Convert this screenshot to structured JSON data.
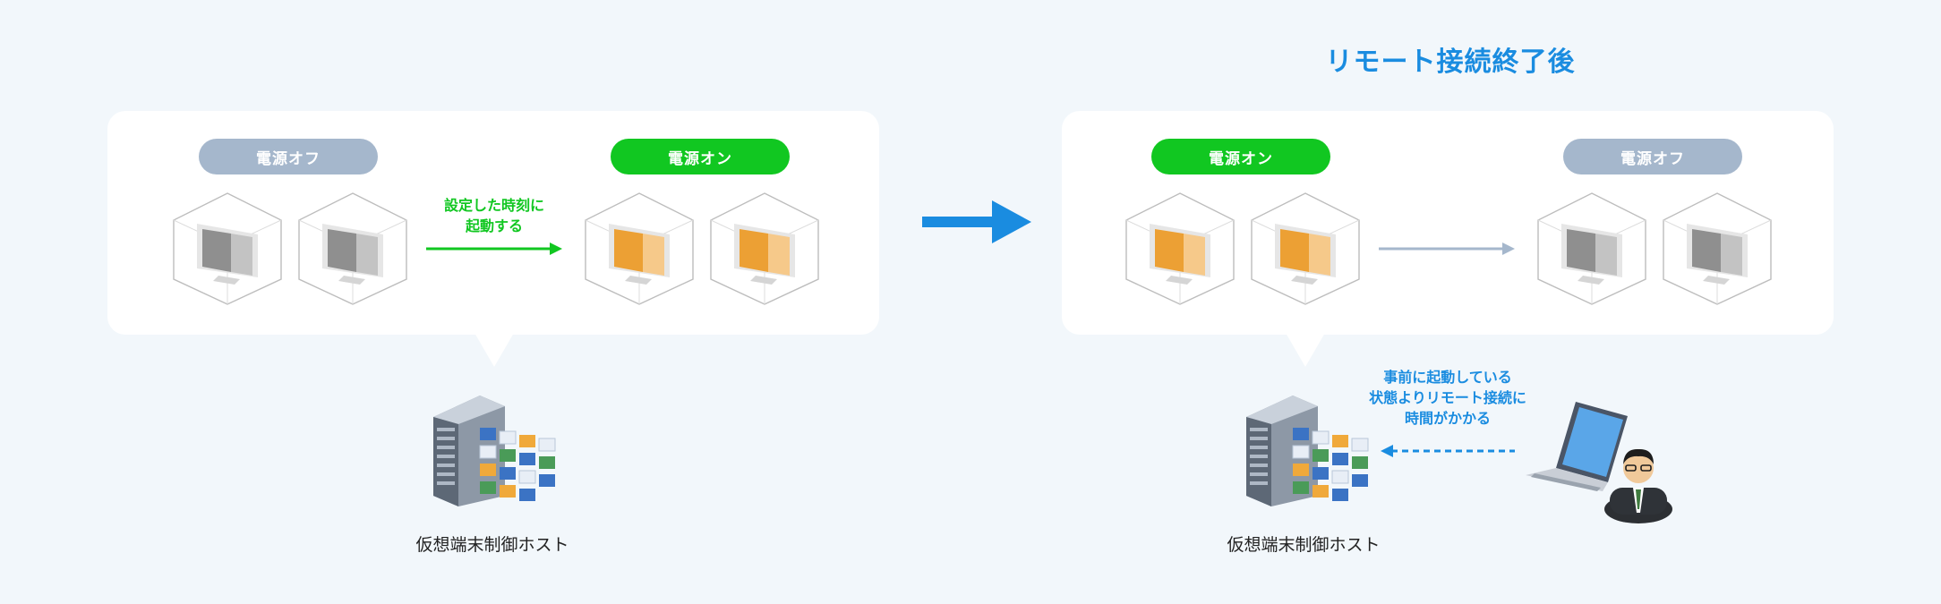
{
  "title": "リモート接続終了後",
  "left_panel": {
    "status_before": "電源オフ",
    "status_after": "電源オン",
    "arrow_note_line1": "設定した時刻に",
    "arrow_note_line2": "起動する",
    "host_label": "仮想端末制御ホスト"
  },
  "right_panel": {
    "status_before": "電源オン",
    "status_after": "電源オフ",
    "arrow_note_line1": "事前に起動している",
    "arrow_note_line2": "状態よりリモート接続に",
    "arrow_note_line3": "時間がかかる",
    "host_label": "仮想端末制御ホスト"
  },
  "colors": {
    "accent_blue": "#1a8ce0",
    "power_on_green": "#11c721",
    "power_off_gray": "#a5b7cc",
    "screen_on": "#f0a93a",
    "screen_off": "#9a9a9a"
  }
}
